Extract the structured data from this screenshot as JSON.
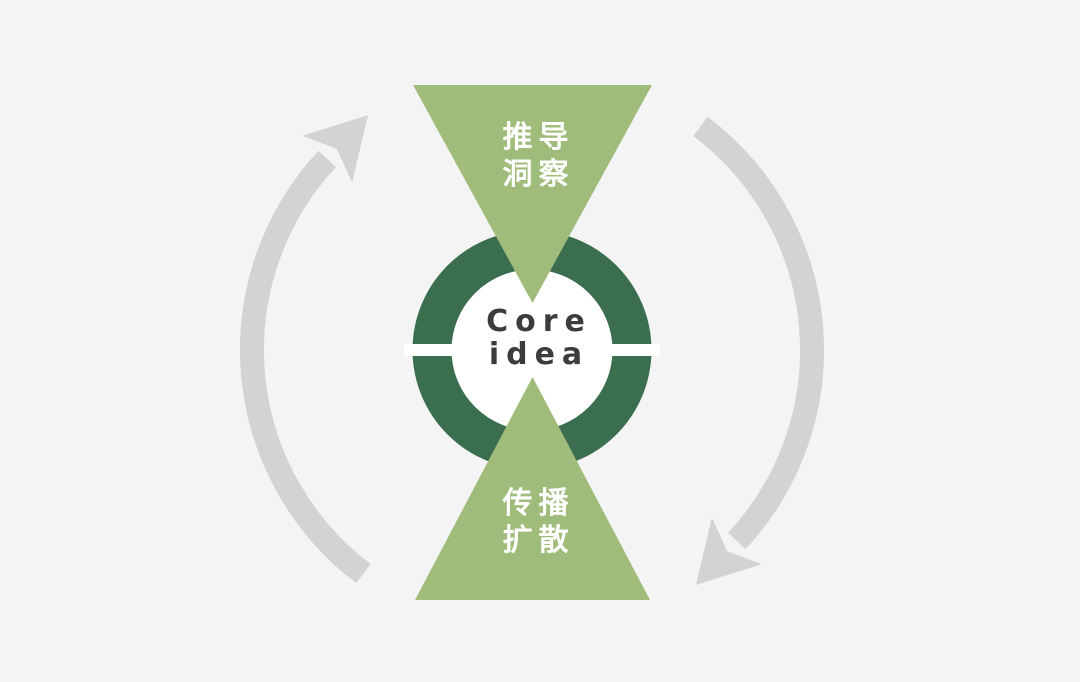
{
  "colors": {
    "background": "#f4f4f4",
    "triangle_green": "#a0bc7a",
    "ring_green": "#3a6e4f",
    "arrow_gray": "#d3d3d3",
    "center_fill": "#ffffff",
    "notch_white": "#ffffff",
    "center_text": "#3c3c3c",
    "triangle_text": "#ffffff"
  },
  "center": {
    "line1": "Core",
    "line2": "idea"
  },
  "top_triangle": {
    "line1": "推导",
    "line2": "洞察"
  },
  "bottom_triangle": {
    "line1": "传播",
    "line2": "扩散"
  },
  "arrows": {
    "left": {
      "position": "left",
      "direction": "clockwise-upward"
    },
    "right": {
      "position": "right",
      "direction": "clockwise-downward"
    }
  }
}
